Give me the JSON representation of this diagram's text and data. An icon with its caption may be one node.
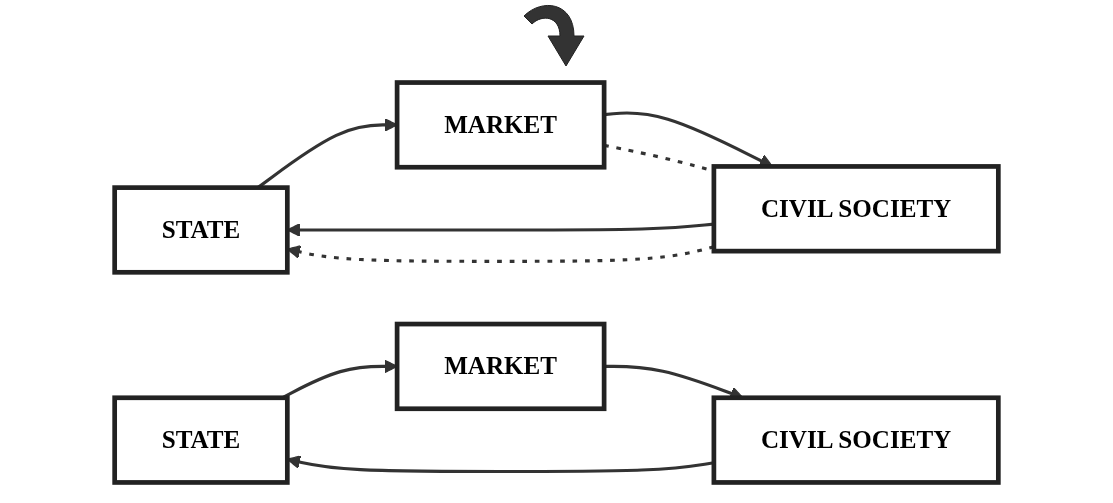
{
  "diagram": {
    "nodes": [
      {
        "text": [
          "STATE"
        ]
      },
      {
        "text": [
          "CIVIL SOCIETY"
        ]
      },
      {
        "text": [
          "MARKET"
        ]
      },
      {
        "text": [
          "STATE"
        ]
      },
      {
        "text": [
          "CIVIL SOCIETY"
        ]
      },
      {
        "text": [
          "MARKET"
        ]
      }
    ],
    "edges": [
      {
        "from": 1,
        "to": 0,
        "arrow": "to"
      },
      {
        "from": 0,
        "to": 2,
        "arrow": "to"
      },
      {
        "from": 2,
        "to": 1,
        "arrow": "to"
      },
      {
        "from": 2,
        "to": 1,
        "arrow": "none",
        "style": "dashed"
      },
      {
        "from": 1,
        "to": 0,
        "arrow": "to",
        "style": "dashed"
      },
      {
        "from": 4,
        "to": 3,
        "arrow": "to"
      },
      {
        "from": 3,
        "to": 5,
        "arrow": "to"
      },
      {
        "from": 5,
        "to": 4,
        "arrow": "to"
      }
    ]
  }
}
